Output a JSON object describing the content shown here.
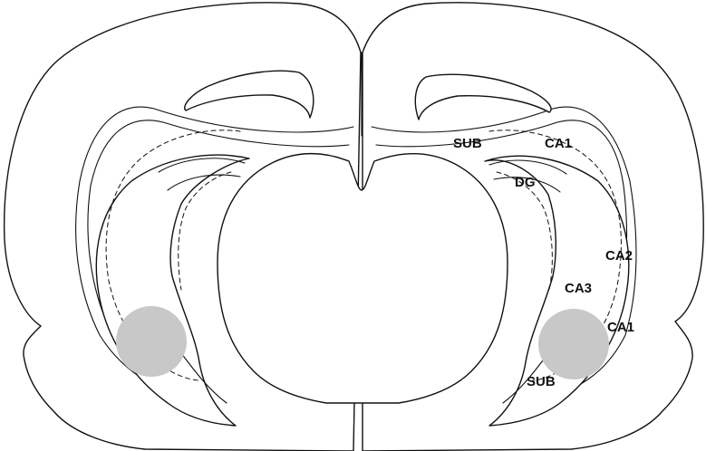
{
  "labels": {
    "sub_dorsal": "SUB",
    "ca1_dorsal": "CA1",
    "dg": "DG",
    "ca2": "CA2",
    "ca3": "CA3",
    "ca1_ventral": "CA1",
    "sub_ventral": "SUB"
  },
  "colors": {
    "outline": "#111111",
    "background": "#ffffff",
    "injection_site": "#c8c8c8"
  }
}
